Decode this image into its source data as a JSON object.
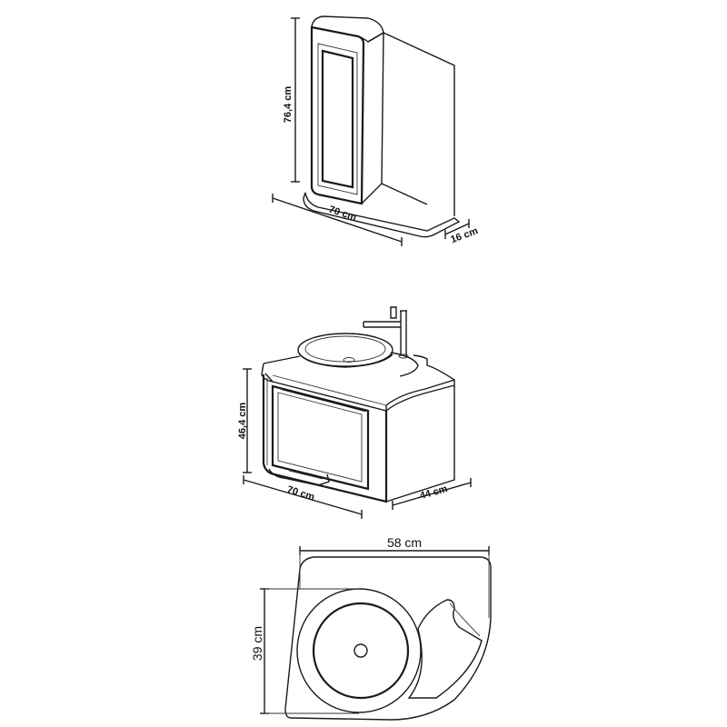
{
  "mirror_cabinet": {
    "height_label": "76,4 cm",
    "width_label": "70 cm",
    "depth_label": "16 cm"
  },
  "base_cabinet": {
    "height_label": "46,4 cm",
    "width_label": "70 cm",
    "depth_label": "44 cm"
  },
  "sink_top_view": {
    "width_label": "58 cm",
    "depth_label": "39 cm"
  }
}
